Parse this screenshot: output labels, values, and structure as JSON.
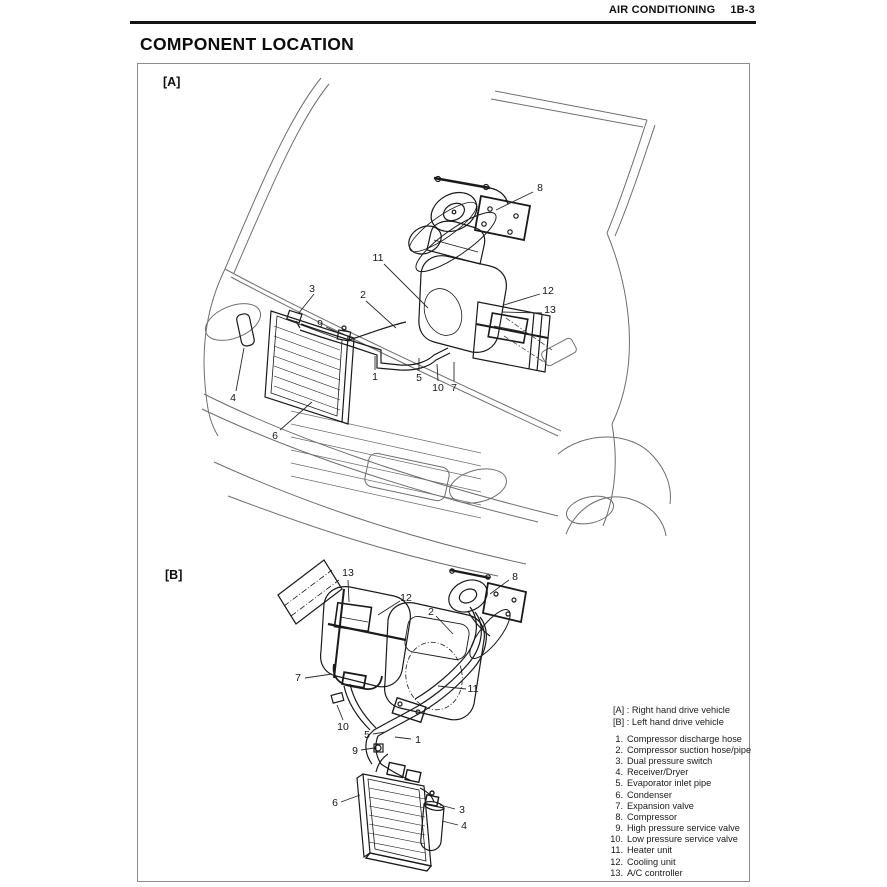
{
  "header": {
    "section": "AIR CONDITIONING",
    "page": "1B-3"
  },
  "title": "COMPONENT LOCATION",
  "figure": {
    "diagram_a": {
      "label": "[A]",
      "callouts": [
        "8",
        "11",
        "3",
        "2",
        "12",
        "13",
        "9",
        "1",
        "5",
        "10",
        "7",
        "4",
        "6"
      ]
    },
    "diagram_b": {
      "label": "[B]",
      "callouts": [
        "13",
        "8",
        "12",
        "2",
        "7",
        "11",
        "10",
        "5",
        "1",
        "9",
        "6",
        "3",
        "4"
      ]
    }
  },
  "legend": {
    "notes": [
      "[A] : Right hand drive vehicle",
      "[B] : Left hand drive vehicle"
    ],
    "items": [
      {
        "num": "1.",
        "label": "Compressor discharge hose"
      },
      {
        "num": "2.",
        "label": "Compressor suction hose/pipe"
      },
      {
        "num": "3.",
        "label": "Dual pressure switch"
      },
      {
        "num": "4.",
        "label": "Receiver/Dryer"
      },
      {
        "num": "5.",
        "label": "Evaporator inlet pipe"
      },
      {
        "num": "6.",
        "label": "Condenser"
      },
      {
        "num": "7.",
        "label": "Expansion valve"
      },
      {
        "num": "8.",
        "label": "Compressor"
      },
      {
        "num": "9.",
        "label": "High pressure service valve"
      },
      {
        "num": "10.",
        "label": "Low pressure service valve"
      },
      {
        "num": "11.",
        "label": "Heater unit"
      },
      {
        "num": "12.",
        "label": "Cooling unit"
      },
      {
        "num": "13.",
        "label": "A/C controller"
      }
    ]
  }
}
